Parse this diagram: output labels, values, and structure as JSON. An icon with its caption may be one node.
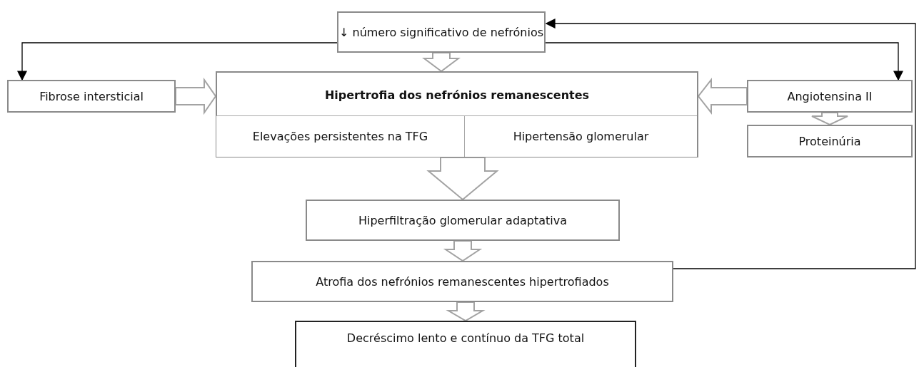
{
  "diagram": {
    "nodes": [
      {
        "text": [
          "↓ número significativo de nefrónios"
        ]
      },
      {
        "text": [
          "Fibrose intersticial"
        ]
      },
      {
        "text": [
          "Hipertrofia dos nefrónios remanescentes"
        ]
      },
      {
        "text": [
          "Elevações persistentes na TFG"
        ],
        "in": 2
      },
      {
        "text": [
          "Hipertensão glomerular"
        ],
        "in": 2
      },
      {
        "text": [
          "Angiotensina II"
        ]
      },
      {
        "text": [
          "Proteinúria"
        ]
      },
      {
        "text": [
          "Hiperfiltração glomerular adaptativa"
        ]
      },
      {
        "text": [
          "Atrofia dos nefrónios remanescentes hipertrofiados"
        ]
      },
      {
        "text": [
          "Decréscimo lento e contínuo da TFG total"
        ]
      }
    ],
    "edges": [
      {
        "from": 0,
        "to": 1,
        "arrow": "to",
        "color": "#000000"
      },
      {
        "from": 0,
        "to": 5,
        "arrow": "to",
        "color": "#000000"
      },
      {
        "from": 0,
        "to": 2,
        "arrow": "to"
      },
      {
        "from": 1,
        "to": 2,
        "arrow": "to"
      },
      {
        "from": 5,
        "to": 2,
        "arrow": "to"
      },
      {
        "from": 5,
        "to": 6,
        "arrow": "to"
      },
      {
        "from": 2,
        "to": 7,
        "arrow": "to"
      },
      {
        "from": 7,
        "to": 8,
        "arrow": "to"
      },
      {
        "from": 8,
        "to": 9,
        "arrow": "to"
      },
      {
        "from": 8,
        "to": 0,
        "arrow": "to",
        "color": "#000000"
      }
    ]
  }
}
